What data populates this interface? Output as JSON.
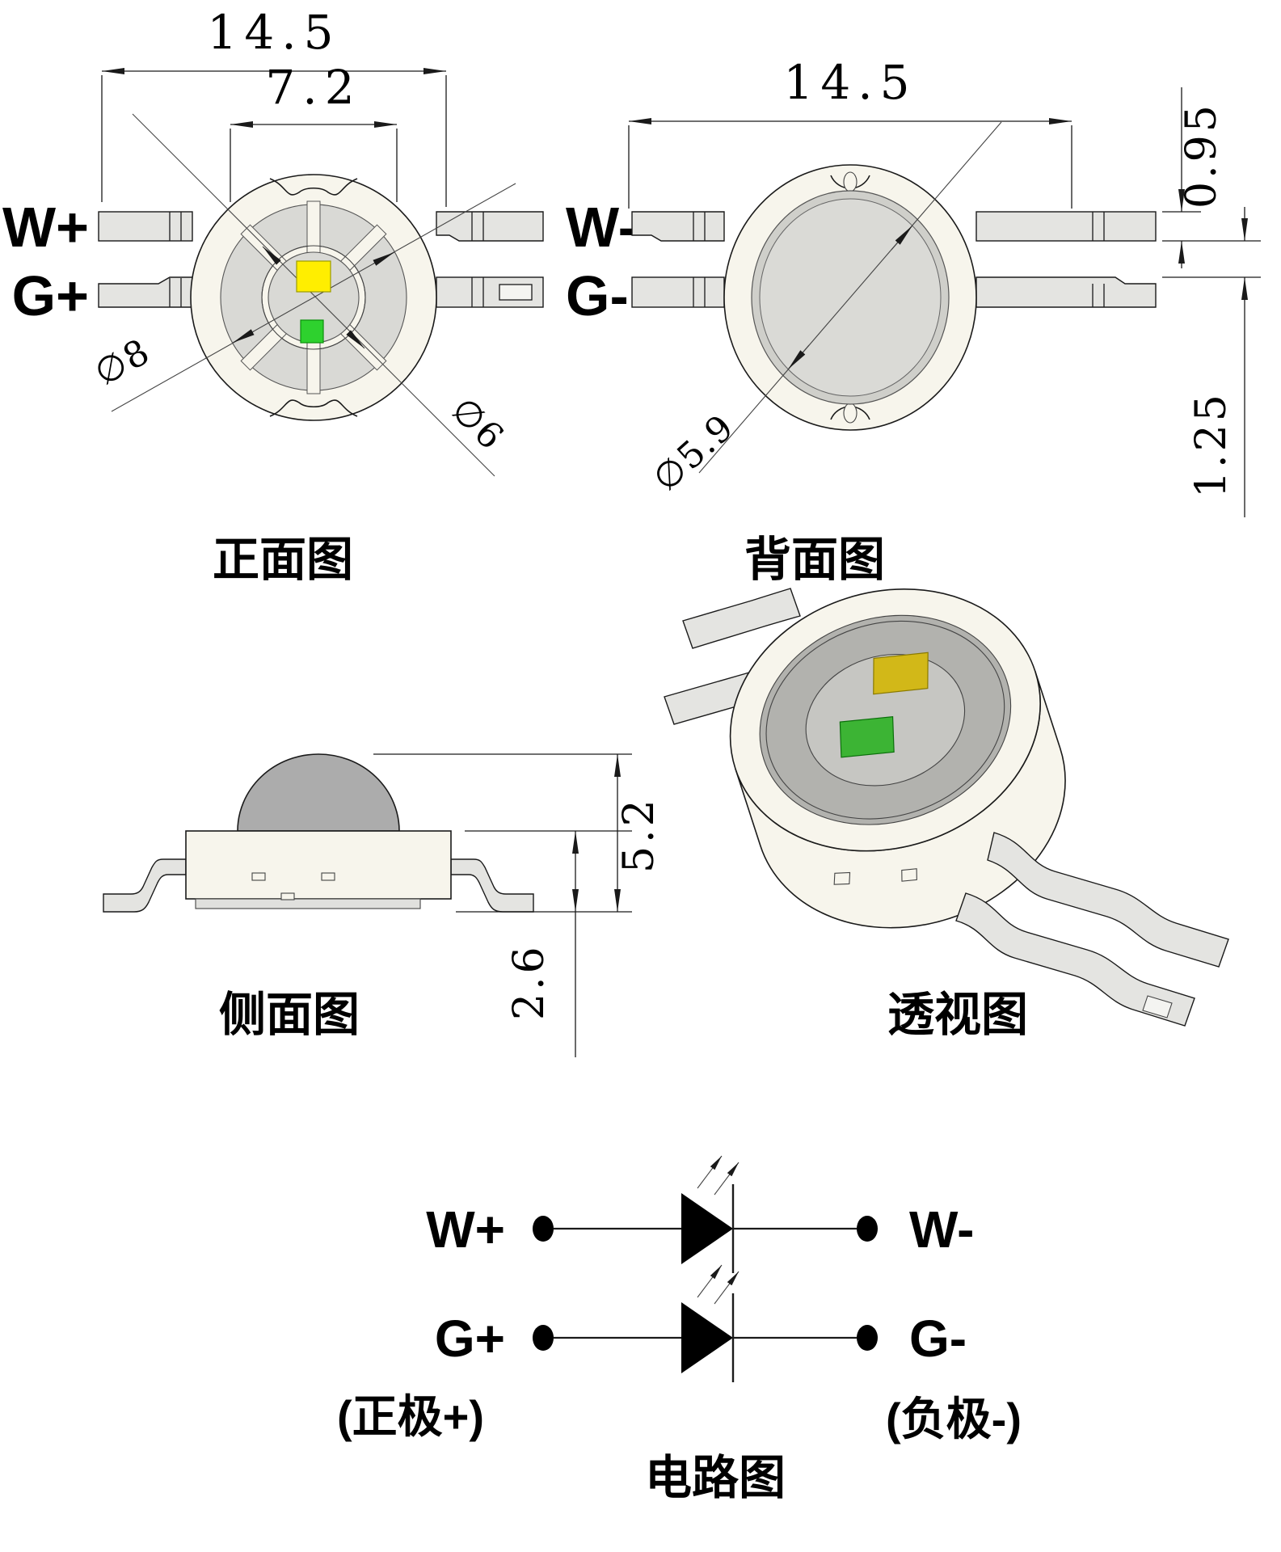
{
  "views": {
    "front": {
      "caption": "正面图",
      "dims": {
        "overall_width": "14.5",
        "inner_width": "7.2",
        "outer_ring_dia": "∅8",
        "inner_ring_dia": "∅6"
      },
      "pins": {
        "top_left": "W+",
        "bottom_left": "G+",
        "top_right": "W-",
        "bottom_right": "G-"
      }
    },
    "back": {
      "caption": "背面图",
      "dims": {
        "overall_width": "14.5",
        "lead_thickness": "0.95",
        "lead_gap": "1.25",
        "pad_dia": "∅5.9"
      }
    },
    "side": {
      "caption": "侧面图",
      "dims": {
        "total_height": "5.2",
        "body_height": "2.6"
      }
    },
    "perspective": {
      "caption": "透视图"
    },
    "circuit": {
      "caption": "电路图",
      "anode_note": "(正极+)",
      "cathode_note": "(负极-)",
      "rows": [
        {
          "positive": "W+",
          "negative": "W-"
        },
        {
          "positive": "G+",
          "negative": "G-"
        }
      ]
    }
  },
  "colors": {
    "body": "#f7f5ec",
    "lead": "#e4e4e1",
    "petal_gray": "#d9d9d5",
    "dome_gray": "#acacac",
    "cavity_gray": "#b2b2ae",
    "chip_white": "#ffee00",
    "chip_green": "#2ed12e",
    "chip_white_3d": "#d2b818",
    "chip_green_3d": "#3cb434",
    "line": "#1a1a1a"
  }
}
